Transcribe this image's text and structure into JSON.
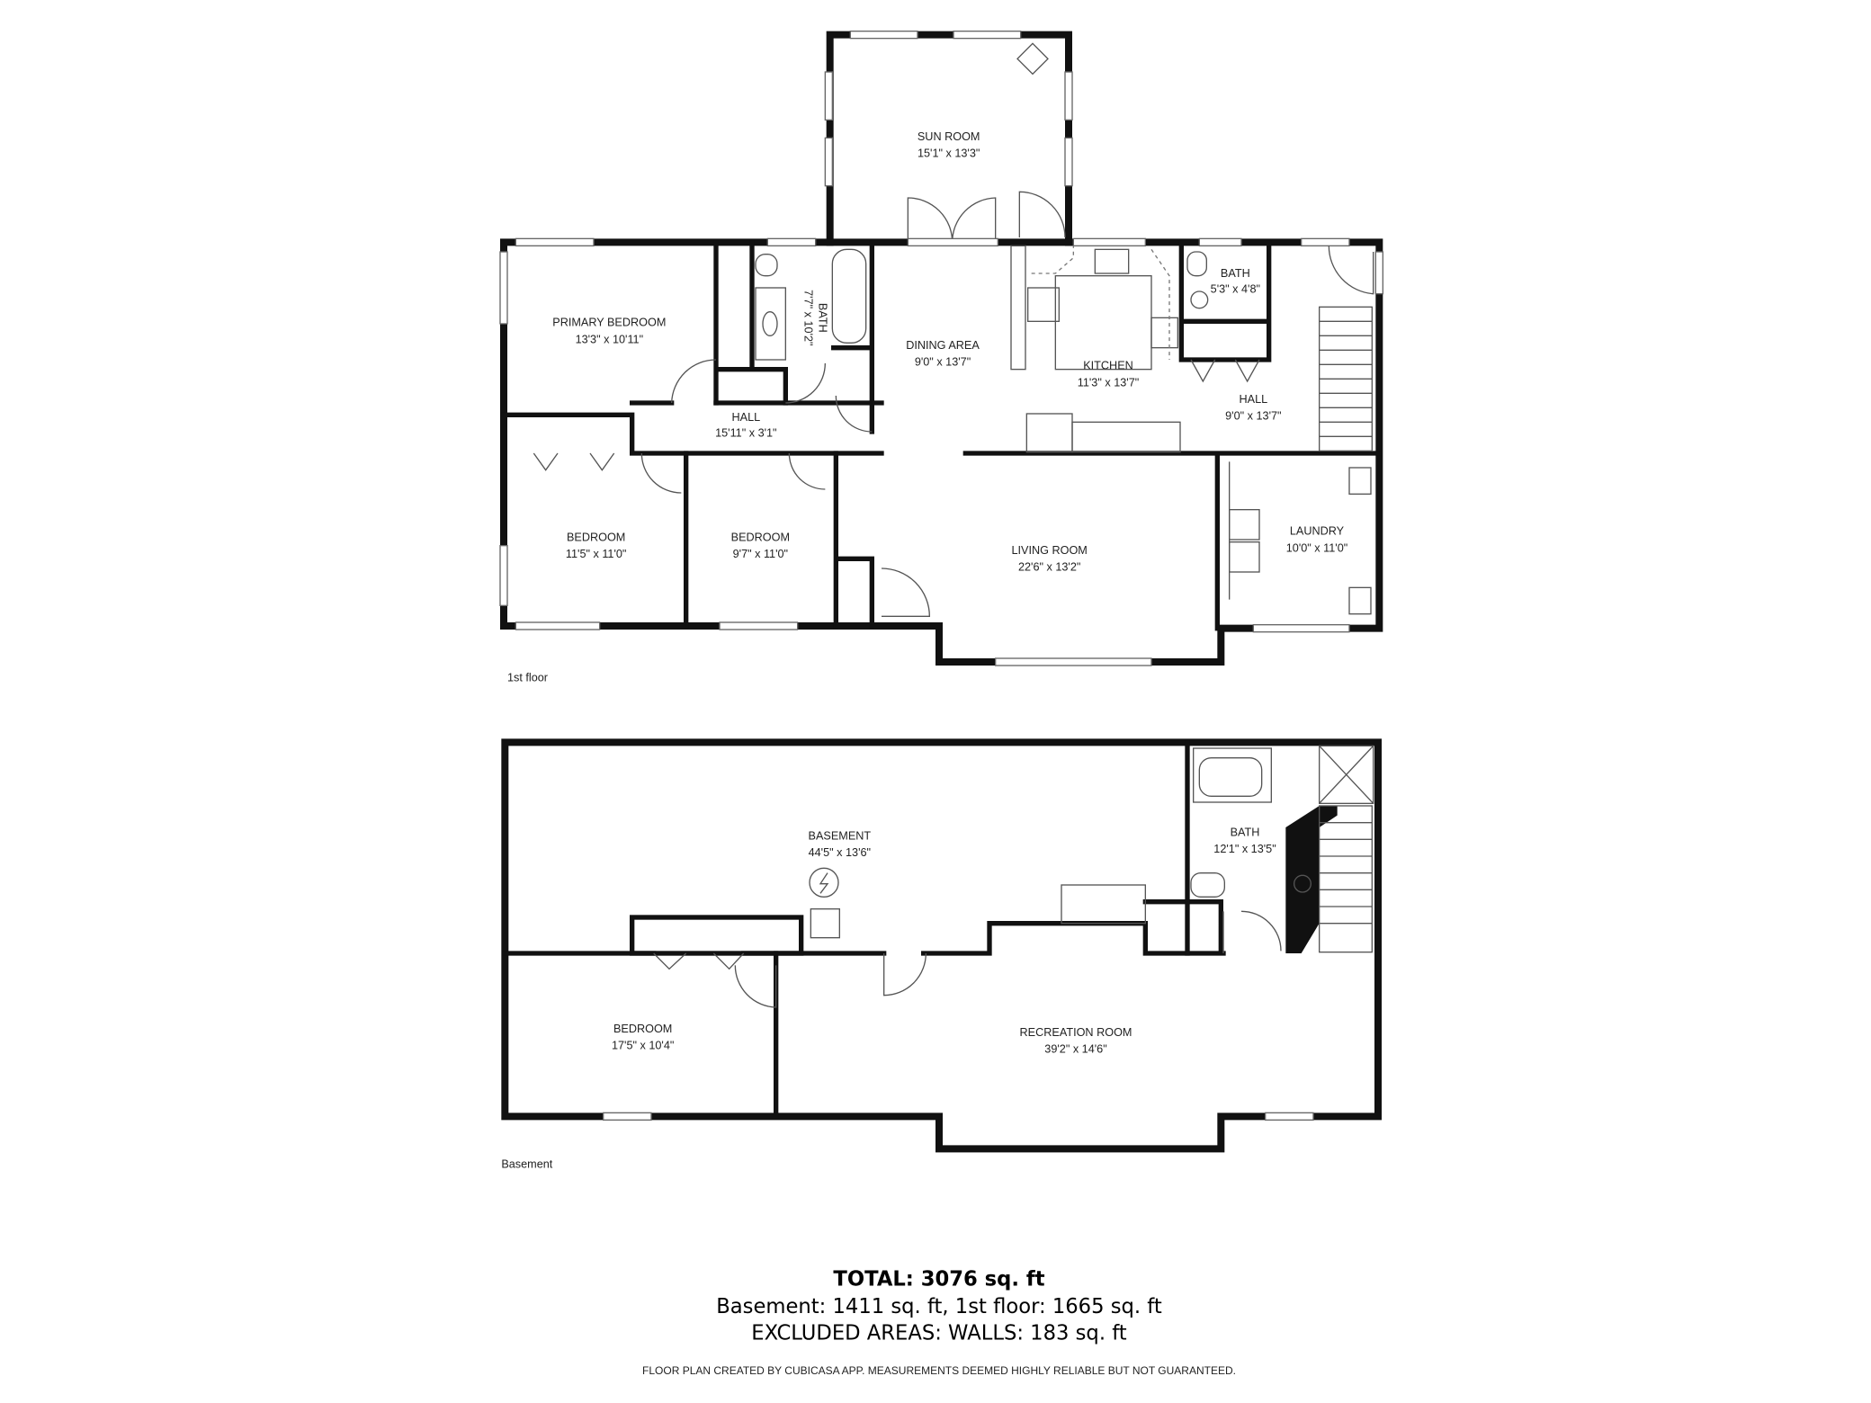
{
  "floors": [
    {
      "label": "1st floor",
      "rooms": [
        {
          "name": "SUN ROOM",
          "dims": "15'1\" x 13'3\""
        },
        {
          "name": "PRIMARY BEDROOM",
          "dims": "13'3\" x 10'11\""
        },
        {
          "name": "BATH",
          "dims": "7'7\" x 10'2\""
        },
        {
          "name": "DINING AREA",
          "dims": "9'0\" x 13'7\""
        },
        {
          "name": "KITCHEN",
          "dims": "11'3\" x 13'7\""
        },
        {
          "name": "BATH",
          "dims": "5'3\" x 4'8\""
        },
        {
          "name": "HALL",
          "dims": "9'0\" x 13'7\""
        },
        {
          "name": "HALL",
          "dims": "15'11\" x 3'1\""
        },
        {
          "name": "BEDROOM",
          "dims": "11'5\" x 11'0\""
        },
        {
          "name": "BEDROOM",
          "dims": "9'7\" x 11'0\""
        },
        {
          "name": "LIVING ROOM",
          "dims": "22'6\" x 13'2\""
        },
        {
          "name": "LAUNDRY",
          "dims": "10'0\" x 11'0\""
        }
      ]
    },
    {
      "label": "Basement",
      "rooms": [
        {
          "name": "BASEMENT",
          "dims": "44'5\" x 13'6\""
        },
        {
          "name": "BATH",
          "dims": "12'1\" x 13'5\""
        },
        {
          "name": "BEDROOM",
          "dims": "17'5\" x 10'4\""
        },
        {
          "name": "RECREATION ROOM",
          "dims": "39'2\" x 14'6\""
        }
      ]
    }
  ],
  "summary": {
    "total": "TOTAL: 3076 sq. ft",
    "breakdown": "Basement: 1411 sq. ft, 1st floor: 1665 sq. ft",
    "excluded": "EXCLUDED AREAS: WALLS: 183 sq. ft",
    "disclaimer": "FLOOR PLAN CREATED BY CUBICASA APP. MEASUREMENTS DEEMED HIGHLY RELIABLE BUT NOT GUARANTEED."
  }
}
